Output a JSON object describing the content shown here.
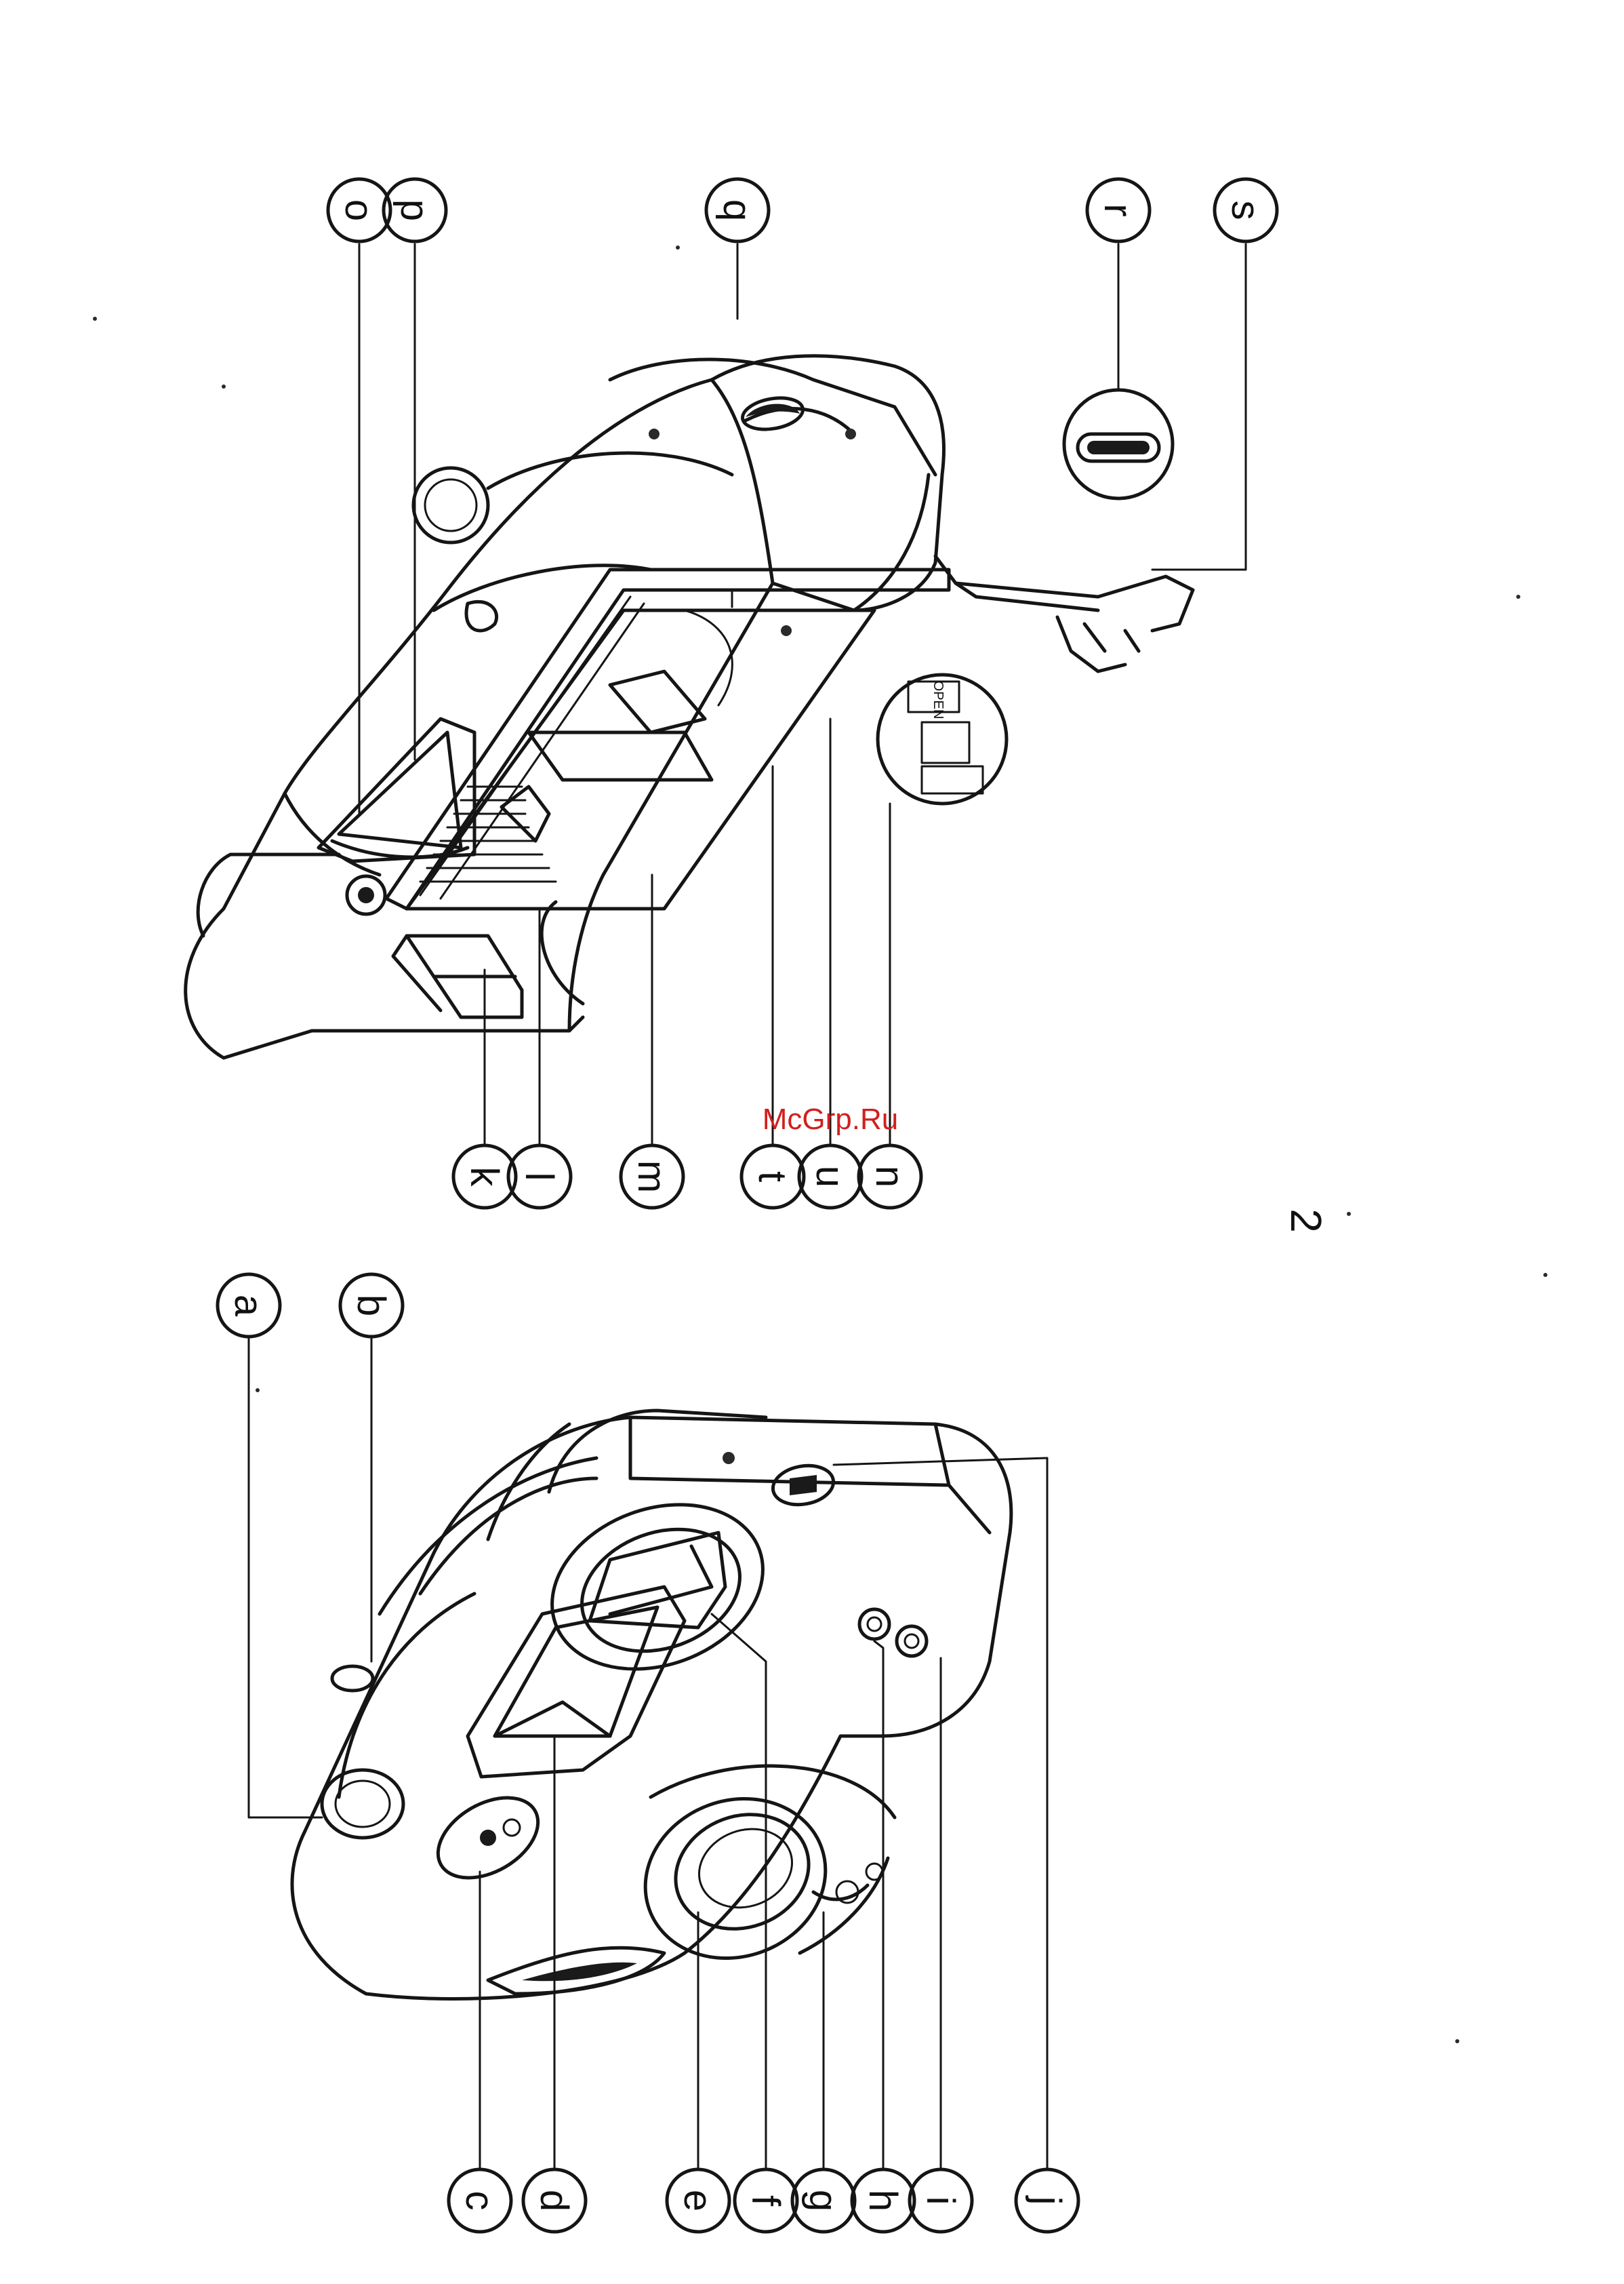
{
  "page": {
    "number": "2",
    "watermark": "McGrp.Ru",
    "background": "#ffffff",
    "ink_color": "#151515",
    "watermark_color": "#d11f1f"
  },
  "callouts_front_view": [
    "a",
    "b",
    "c",
    "d",
    "e",
    "f",
    "g",
    "h",
    "i",
    "j"
  ],
  "callouts_back_view": [
    "k",
    "l",
    "m",
    "n",
    "o",
    "p",
    "q",
    "r",
    "s",
    "t",
    "u"
  ],
  "inset_label_open": "OPEN"
}
